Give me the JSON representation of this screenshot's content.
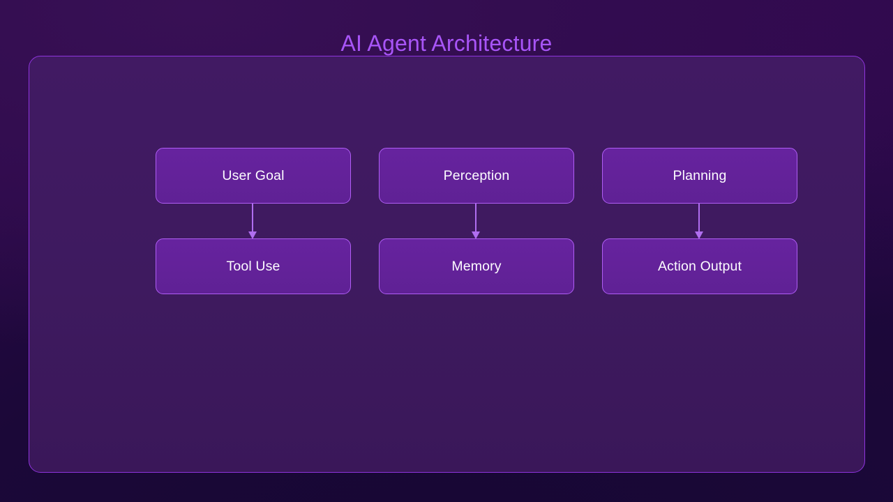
{
  "title": "AI Agent Architecture",
  "colors": {
    "title": "#a855f7",
    "page_background": "#2d0a49",
    "panel_fill": "#3f1a60",
    "panel_border": "#8f34dd",
    "node_fill": "#62229b",
    "node_border": "#b05ef5",
    "node_text": "#ffffff",
    "arrow": "#b06ef0"
  },
  "diagram": {
    "type": "flowchart",
    "columns": 3,
    "rows": 2,
    "nodes": [
      {
        "id": "user-goal",
        "label": "User Goal",
        "column": 1,
        "row": 1
      },
      {
        "id": "perception",
        "label": "Perception",
        "column": 2,
        "row": 1
      },
      {
        "id": "planning",
        "label": "Planning",
        "column": 3,
        "row": 1
      },
      {
        "id": "tool-use",
        "label": "Tool Use",
        "column": 1,
        "row": 2
      },
      {
        "id": "memory",
        "label": "Memory",
        "column": 2,
        "row": 2
      },
      {
        "id": "action-output",
        "label": "Action Output",
        "column": 3,
        "row": 2
      }
    ],
    "edges": [
      {
        "from": "user-goal",
        "to": "tool-use",
        "direction": "down",
        "arrowhead": "triangle"
      },
      {
        "from": "perception",
        "to": "memory",
        "direction": "down",
        "arrowhead": "triangle"
      },
      {
        "from": "planning",
        "to": "action-output",
        "direction": "down",
        "arrowhead": "triangle"
      }
    ]
  }
}
